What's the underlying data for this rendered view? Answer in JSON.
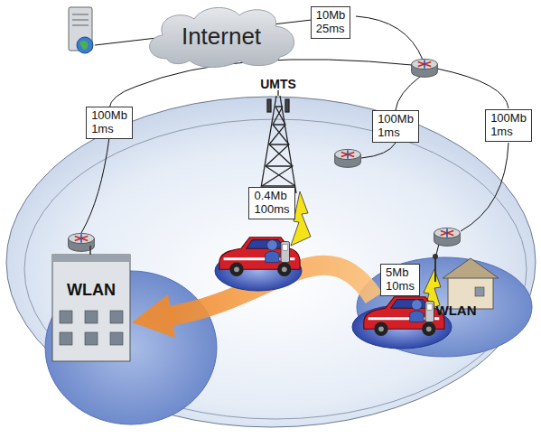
{
  "diagram": {
    "nodes": [
      {
        "text": [
          "Internet"
        ]
      },
      {
        "text": [
          "10Mb 25ms"
        ]
      },
      {
        "text": [
          "100Mb 1ms"
        ]
      },
      {
        "text": [
          "100Mb 1ms"
        ]
      },
      {
        "text": [
          "100Mb 1ms"
        ]
      },
      {
        "text": [
          "0.4Mb 100ms"
        ]
      },
      {
        "text": [
          "5Mb 10ms"
        ]
      }
    ],
    "labels": [
      "UMTS",
      "WLAN",
      "WLAN"
    ]
  }
}
